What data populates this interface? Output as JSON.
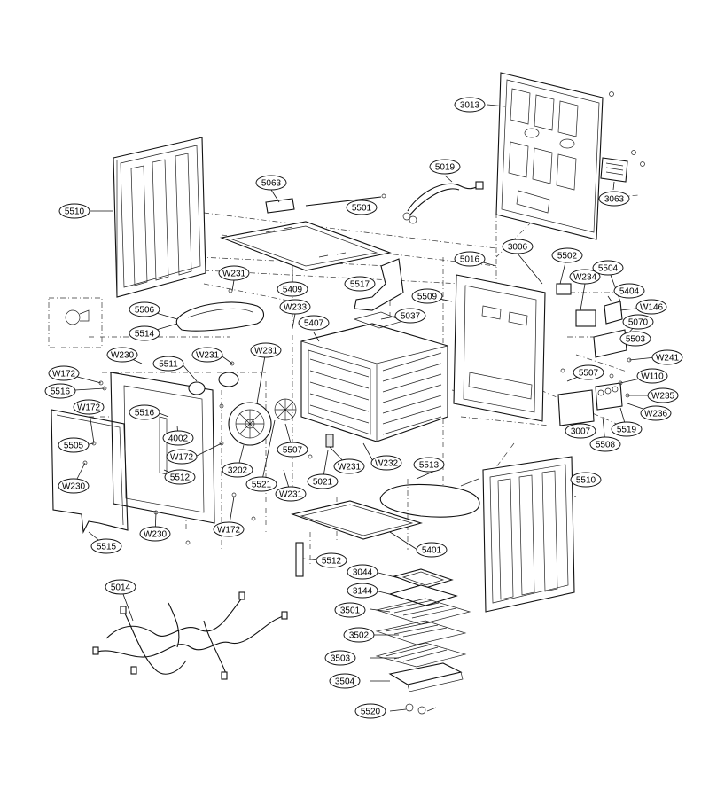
{
  "callouts": [
    {
      "label": "3013"
    },
    {
      "label": "5019"
    },
    {
      "label": "3063"
    },
    {
      "label": "5510"
    },
    {
      "label": "5063"
    },
    {
      "label": "5501"
    },
    {
      "label": "3006"
    },
    {
      "label": "5016"
    },
    {
      "label": "5502"
    },
    {
      "label": "W231"
    },
    {
      "label": "5409"
    },
    {
      "label": "5517"
    },
    {
      "label": "5509"
    },
    {
      "label": "W234"
    },
    {
      "label": "5504"
    },
    {
      "label": "5404"
    },
    {
      "label": "W146"
    },
    {
      "label": "5506"
    },
    {
      "label": "W233"
    },
    {
      "label": "5407"
    },
    {
      "label": "5037"
    },
    {
      "label": "5070"
    },
    {
      "label": "5514"
    },
    {
      "label": "5503"
    },
    {
      "label": "W231"
    },
    {
      "label": "W230"
    },
    {
      "label": "W231"
    },
    {
      "label": "W241"
    },
    {
      "label": "5511"
    },
    {
      "label": "5507"
    },
    {
      "label": "W110"
    },
    {
      "label": "W172"
    },
    {
      "label": "5516"
    },
    {
      "label": "W235"
    },
    {
      "label": "W236"
    },
    {
      "label": "W172"
    },
    {
      "label": "5516"
    },
    {
      "label": "3007"
    },
    {
      "label": "5519"
    },
    {
      "label": "4002"
    },
    {
      "label": "5508"
    },
    {
      "label": "5505"
    },
    {
      "label": "W172"
    },
    {
      "label": "5507"
    },
    {
      "label": "W232"
    },
    {
      "label": "3202"
    },
    {
      "label": "W231"
    },
    {
      "label": "5512"
    },
    {
      "label": "5513"
    },
    {
      "label": "5510"
    },
    {
      "label": "W230"
    },
    {
      "label": "5521"
    },
    {
      "label": "5021"
    },
    {
      "label": "W231"
    },
    {
      "label": "W230"
    },
    {
      "label": "W172"
    },
    {
      "label": "5515"
    },
    {
      "label": "5401"
    },
    {
      "label": "5512"
    },
    {
      "label": "3044"
    },
    {
      "label": "5014"
    },
    {
      "label": "3144"
    },
    {
      "label": "3501"
    },
    {
      "label": "3502"
    },
    {
      "label": "3503"
    },
    {
      "label": "3504"
    },
    {
      "label": "5520"
    }
  ]
}
